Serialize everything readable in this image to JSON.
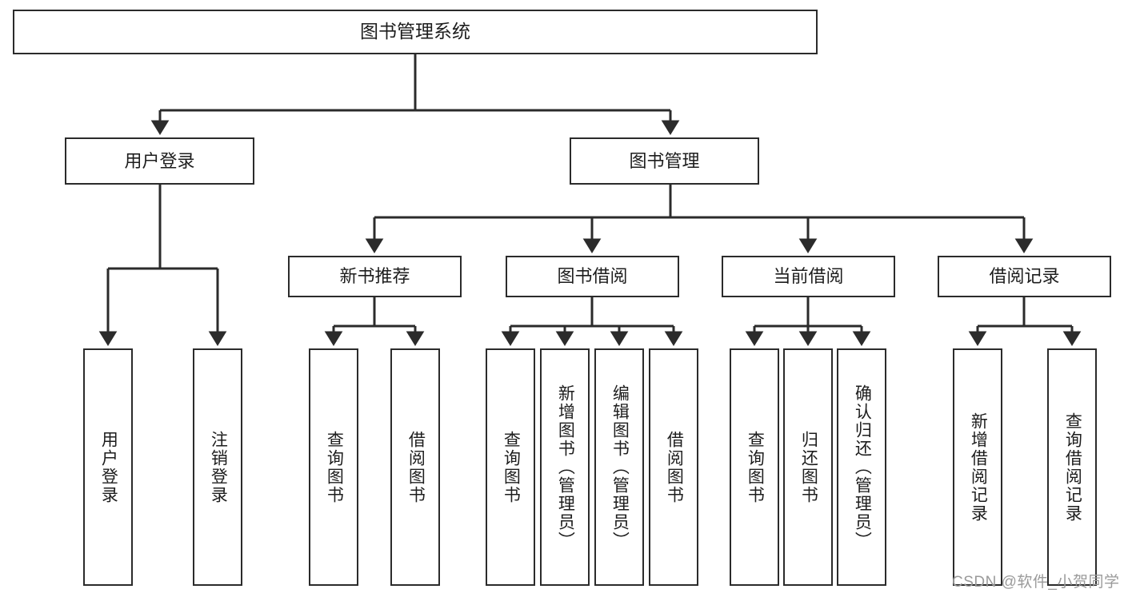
{
  "diagram": {
    "title": "图书管理系统",
    "type": "hierarchy-tree",
    "root": {
      "id": "root",
      "label": "图书管理系统"
    },
    "level2": [
      {
        "id": "user-login",
        "label": "用户登录"
      },
      {
        "id": "book-manage",
        "label": "图书管理"
      }
    ],
    "level3": [
      {
        "id": "new-book-recommend",
        "label": "新书推荐"
      },
      {
        "id": "book-borrow",
        "label": "图书借阅"
      },
      {
        "id": "current-borrow",
        "label": "当前借阅"
      },
      {
        "id": "borrow-record",
        "label": "借阅记录"
      }
    ],
    "leaves": [
      {
        "id": "leaf-user-login",
        "label": "用户登录",
        "parent": "user-login"
      },
      {
        "id": "leaf-user-logout",
        "label": "注销登录",
        "parent": "user-login"
      },
      {
        "id": "leaf-query-book-1",
        "label": "查询图书",
        "parent": "new-book-recommend"
      },
      {
        "id": "leaf-borrow-book-1",
        "label": "借阅图书",
        "parent": "new-book-recommend"
      },
      {
        "id": "leaf-query-book-2",
        "label": "查询图书",
        "parent": "book-borrow"
      },
      {
        "id": "leaf-add-book",
        "label": "新增图书（管理员）",
        "parent": "book-borrow"
      },
      {
        "id": "leaf-edit-book",
        "label": "编辑图书（管理员）",
        "parent": "book-borrow"
      },
      {
        "id": "leaf-borrow-book-2",
        "label": "借阅图书",
        "parent": "book-borrow"
      },
      {
        "id": "leaf-query-book-3",
        "label": "查询图书",
        "parent": "current-borrow"
      },
      {
        "id": "leaf-return-book",
        "label": "归还图书",
        "parent": "current-borrow"
      },
      {
        "id": "leaf-confirm-return",
        "label": "确认归还（管理员）",
        "parent": "current-borrow"
      },
      {
        "id": "leaf-add-record",
        "label": "新增借阅记录",
        "parent": "borrow-record"
      },
      {
        "id": "leaf-query-record",
        "label": "查询借阅记录",
        "parent": "borrow-record"
      }
    ],
    "watermark": "CSDN @软件_小贺同学",
    "colors": {
      "stroke": "#2b2b2b",
      "fill": "#ffffff",
      "text": "#1d1d1d",
      "watermark": "#9a9a9a"
    }
  }
}
